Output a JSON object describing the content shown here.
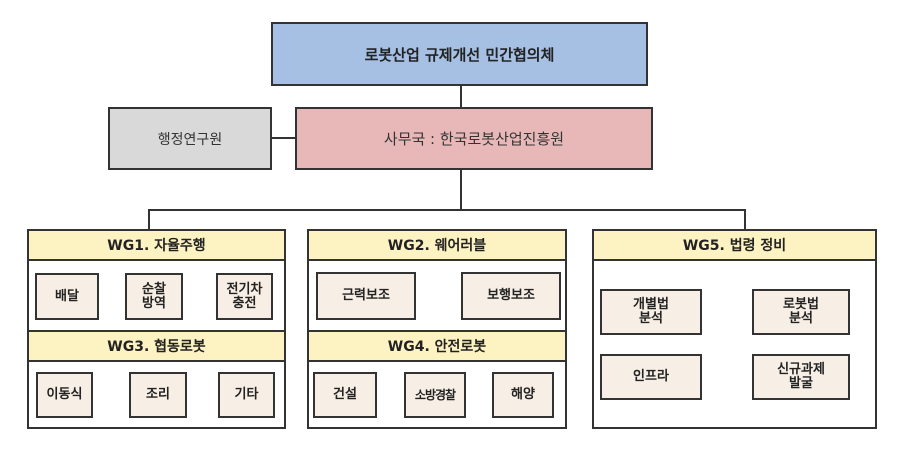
{
  "diagram": {
    "top": {
      "label": "로봇산업 규제개선 민간협의체",
      "color": "#a6c0e4"
    },
    "admin": {
      "label": "행정연구원",
      "color": "#d9d9d9"
    },
    "secretariat": {
      "label": "사무국 : 한국로봇산업진흥원",
      "color": "#e8b8b9"
    },
    "panels": [
      {
        "groups": [
          {
            "title": "WG1. 자율주행",
            "items": [
              "배달",
              "순찰\n방역",
              "전기차\n충전"
            ]
          },
          {
            "title": "WG3. 협동로봇",
            "items": [
              "이동식",
              "조리",
              "기타"
            ]
          }
        ]
      },
      {
        "groups": [
          {
            "title": "WG2. 웨어러블",
            "items": [
              "근력보조",
              "보행보조"
            ]
          },
          {
            "title": "WG4. 안전로봇",
            "items": [
              "건설",
              "소방경찰",
              "해양"
            ]
          }
        ]
      },
      {
        "groups": [
          {
            "title": "WG5. 법령 정비",
            "items": [
              "개별법\n분석",
              "로봇법\n분석",
              "인프라",
              "신규과제\n발굴"
            ]
          }
        ]
      }
    ],
    "colors": {
      "header": "#fdf2c2",
      "item": "#f7efe5",
      "border": "#333333"
    }
  }
}
